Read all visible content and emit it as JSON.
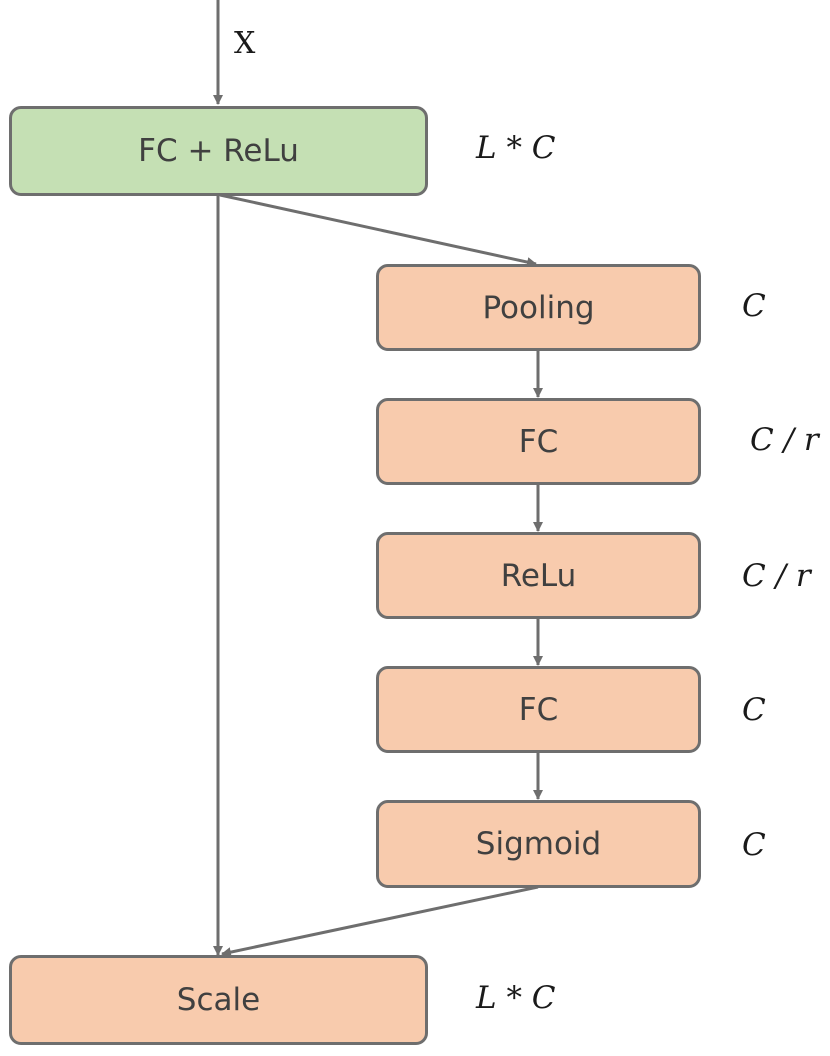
{
  "input": {
    "label": "X"
  },
  "blocks": {
    "fc_relu": {
      "label": "FC + ReLu",
      "dim": "L * C"
    },
    "pooling": {
      "label": "Pooling",
      "dim": "C"
    },
    "fc1": {
      "label": "FC",
      "dim": "C / r"
    },
    "relu": {
      "label": "ReLu",
      "dim": "C / r"
    },
    "fc2": {
      "label": "FC",
      "dim": "C"
    },
    "sigmoid": {
      "label": "Sigmoid",
      "dim": "C"
    },
    "scale": {
      "label": "Scale",
      "dim": "L * C"
    }
  },
  "colors": {
    "green_fill": "#c5e0b4",
    "orange_fill": "#f8cbad",
    "border": "#6e6e6e",
    "arrow": "#6e6e6e"
  }
}
